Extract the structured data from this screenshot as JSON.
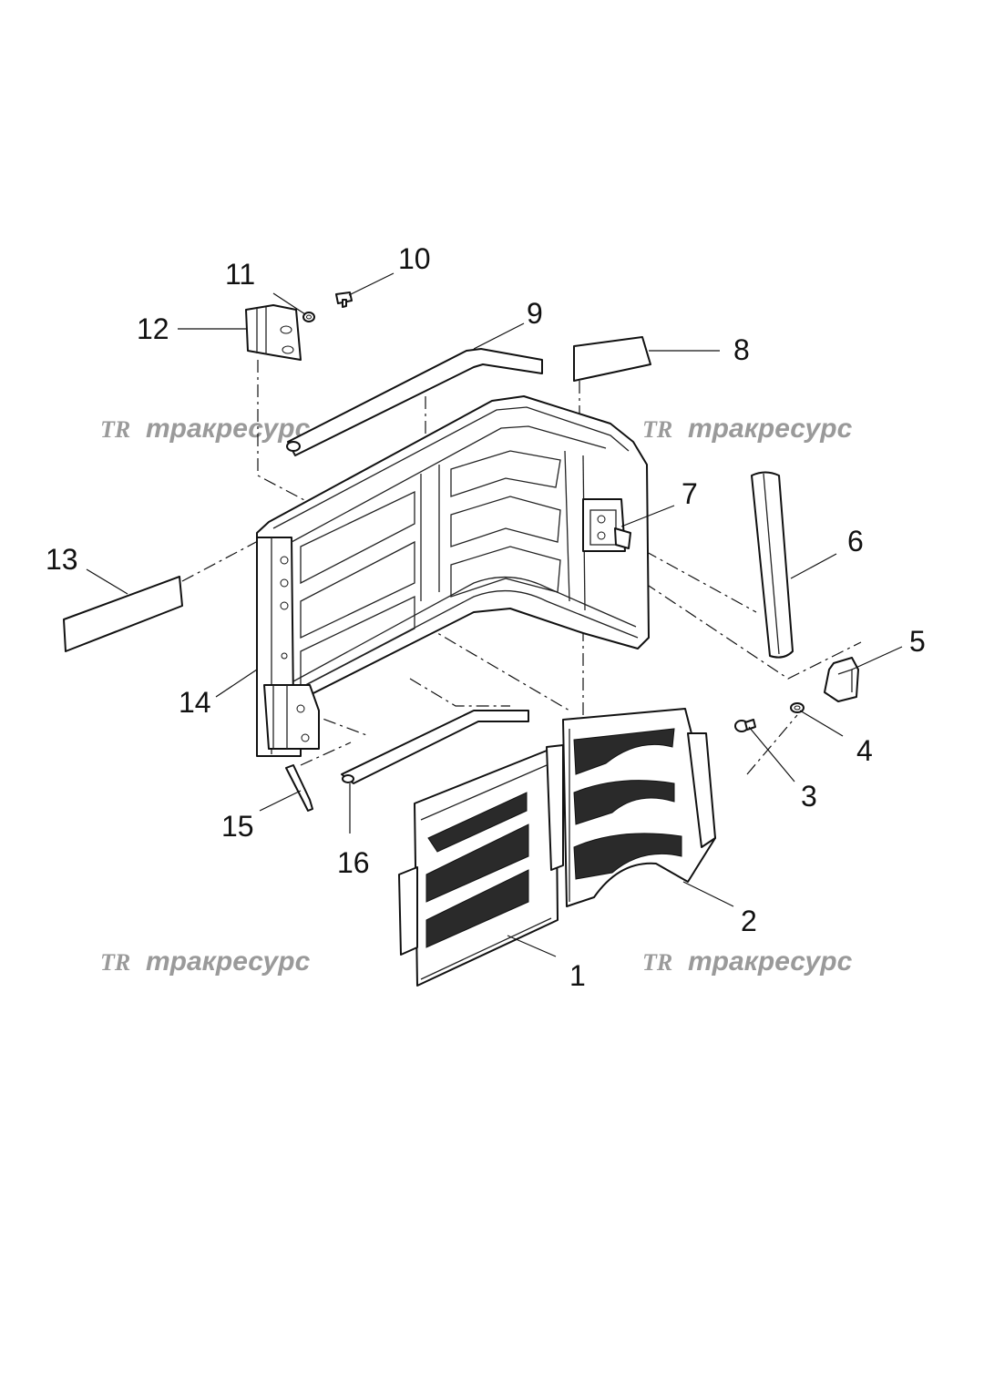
{
  "watermark": {
    "logo_text": "TR",
    "brand_text": "тракресурс",
    "color": "#9a9a9a"
  },
  "callouts": [
    {
      "id": "1",
      "label": "1"
    },
    {
      "id": "2",
      "label": "2"
    },
    {
      "id": "3",
      "label": "3"
    },
    {
      "id": "4",
      "label": "4"
    },
    {
      "id": "5",
      "label": "5"
    },
    {
      "id": "6",
      "label": "6"
    },
    {
      "id": "7",
      "label": "7"
    },
    {
      "id": "8",
      "label": "8"
    },
    {
      "id": "9",
      "label": "9"
    },
    {
      "id": "10",
      "label": "10"
    },
    {
      "id": "11",
      "label": "11"
    },
    {
      "id": "12",
      "label": "12"
    },
    {
      "id": "13",
      "label": "13"
    },
    {
      "id": "14",
      "label": "14"
    },
    {
      "id": "15",
      "label": "15"
    },
    {
      "id": "16",
      "label": "16"
    }
  ]
}
